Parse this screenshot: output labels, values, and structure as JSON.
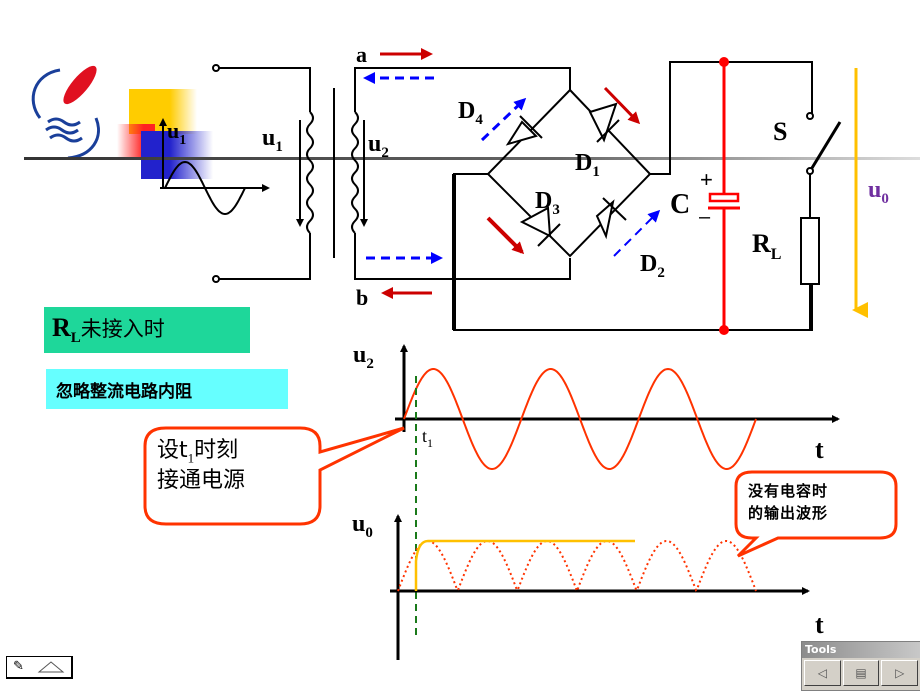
{
  "circuit": {
    "labels": {
      "u1_input": "u",
      "u1_input_sub": "1",
      "u1": "u",
      "u1_sub": "1",
      "u2": "u",
      "u2_sub": "2",
      "a": "a",
      "b": "b",
      "d1": "D",
      "d1_sub": "1",
      "d2": "D",
      "d2_sub": "2",
      "d3": "D",
      "d3_sub": "3",
      "d4": "D",
      "d4_sub": "4",
      "c": "C",
      "c_plus": "+",
      "c_minus": "–",
      "s": "S",
      "rl": "R",
      "rl_sub": "L",
      "u0": "u",
      "u0_sub": "0"
    },
    "colors": {
      "wire": "#000000",
      "capacitor": "#ff0000",
      "positive_flow": "#cc0000",
      "negative_flow": "#0000ff",
      "output_arrow": "#ffc000",
      "u0_label": "#7030a0"
    }
  },
  "notes": {
    "rl_title": "R",
    "rl_title_sub": "L",
    "rl_title_rest": "未接入时",
    "ignore_resistance": "忽略整流电路内阻"
  },
  "callouts": {
    "t1_prefix": "设t",
    "t1_sub": "1",
    "t1_suffix": "时刻",
    "t1_line2": "接通电源",
    "no_cap_line1": "没有电容时",
    "no_cap_line2": "的输出波形"
  },
  "chart_data": [
    {
      "type": "line",
      "title": "",
      "ylabel": "u2",
      "xlabel": "t",
      "marker_label": "t1",
      "description": "sinusoidal transformer secondary voltage u2",
      "series": [
        {
          "name": "u2",
          "color": "#ff3300",
          "style": "solid",
          "periods": 3,
          "amplitude": 1
        }
      ],
      "t1_fraction_of_period": 0.1
    },
    {
      "type": "line",
      "title": "",
      "ylabel": "u0",
      "xlabel": "t",
      "series": [
        {
          "name": "without capacitor (full-wave rectified)",
          "color": "#ff3300",
          "style": "dotted",
          "half_periods": 6,
          "amplitude": 1
        },
        {
          "name": "with capacitor, RL not connected",
          "color": "#ffc000",
          "style": "solid",
          "level": 1,
          "half_periods_shown": 4
        }
      ]
    }
  ],
  "toolbar": {
    "title": "Tools",
    "prev_label": "◁",
    "menu_label": "▤",
    "next_label": "▷"
  }
}
